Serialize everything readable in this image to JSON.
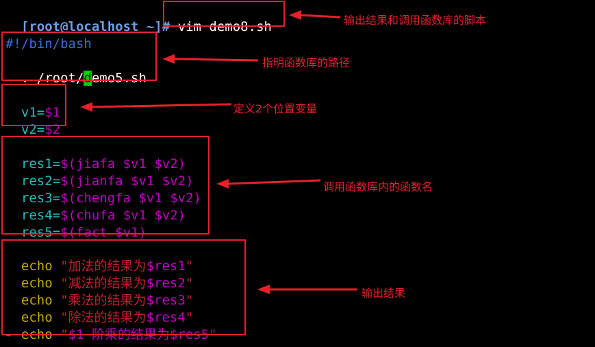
{
  "terminal": {
    "prompt": "[root@localhost ~]#",
    "command": " vim demo8.sh"
  },
  "script": {
    "shebang": "#!/bin/bash",
    "source_dot": ". /root/",
    "source_cursor_char": "d",
    "source_rest": "emo5.sh",
    "vars": [
      {
        "name": "v1=",
        "value": "$1"
      },
      {
        "name": "v2=",
        "value": "$2"
      }
    ],
    "calls": [
      {
        "name": "res1=",
        "expr": "$(jiafa $v1 $v2)"
      },
      {
        "name": "res2=",
        "expr": "$(jianfa $v1 $v2)"
      },
      {
        "name": "res3=",
        "expr": "$(chengfa $v1 $v2)"
      },
      {
        "name": "res4=",
        "expr": "$(chufa $v1 $v2)"
      },
      {
        "name": "res5=",
        "expr": "$(fact $v1)"
      }
    ],
    "echos": [
      {
        "cmd": "echo ",
        "pre": "\"",
        "text": "加法的结果为",
        "var": "$res1",
        "post": "\""
      },
      {
        "cmd": "echo ",
        "pre": "\"",
        "text": "减法的结果为",
        "var": "$res2",
        "post": "\""
      },
      {
        "cmd": "echo ",
        "pre": "\"",
        "text": "乘法的结果为",
        "var": "$res3",
        "post": "\""
      },
      {
        "cmd": "echo ",
        "pre": "\"",
        "text": "除法的结果为",
        "var": "$res4",
        "post": "\""
      },
      {
        "cmd": "echo ",
        "pre": "\"",
        "text": "$1 阶乘的结果为",
        "var": "$res5",
        "post": "\""
      }
    ],
    "tilde": "~"
  },
  "annotations": {
    "note1": "输出结果和调用函数库的脚本",
    "note2": "指明函数库的路径",
    "note3": "定义2个位置变量",
    "note4": "调用函数库内的函数名",
    "note5": "输出结果"
  },
  "colors": {
    "background": "#000000",
    "annotation": "#e8202a",
    "cursor": "#00d000"
  }
}
